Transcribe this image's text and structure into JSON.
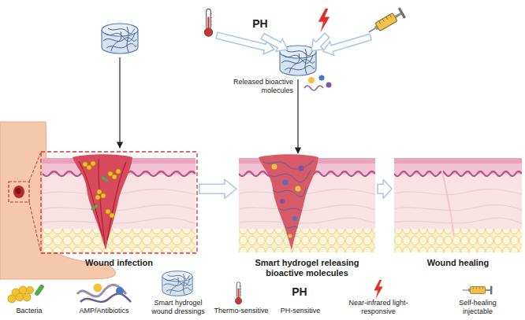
{
  "diagram": {
    "nodes": [
      {
        "text": [
          "Wound infection"
        ]
      },
      {
        "text": [
          "Smart hydrogel releasing bioactive molecules"
        ]
      },
      {
        "text": [
          "Wound healing"
        ]
      }
    ],
    "edges": [
      {
        "from": 0,
        "to": 1,
        "arrow": "to"
      },
      {
        "from": 1,
        "to": 2,
        "arrow": "to"
      }
    ],
    "labels": [
      "PH",
      "Released bioactive molecules",
      "PH"
    ],
    "legend": [
      {
        "text": "Bacteria"
      },
      {
        "text": "AMP/Antibiotics"
      },
      {
        "text": "Smart hydrogel wound dressings"
      },
      {
        "text": "Thermo-sensitive"
      },
      {
        "text": "PH-sensitive"
      },
      {
        "text": "Near-infrared light-responsive"
      },
      {
        "text": "Self-healing injectable"
      }
    ]
  }
}
